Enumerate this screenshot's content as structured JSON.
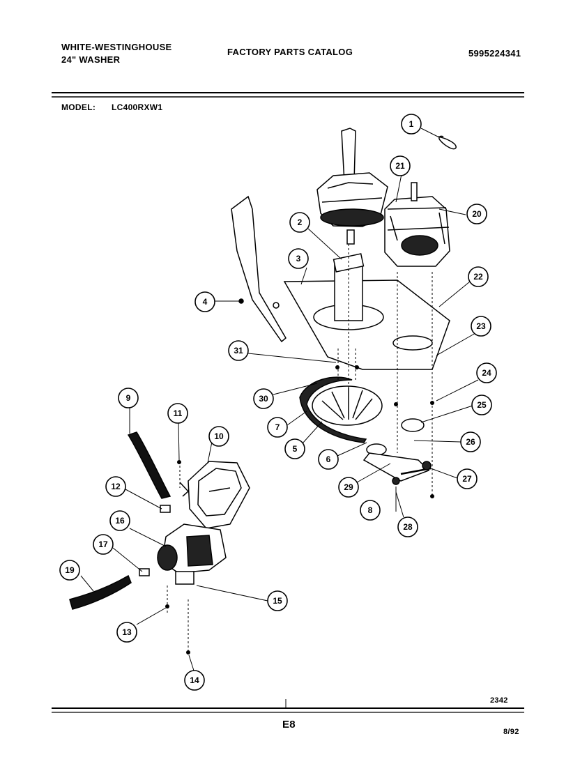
{
  "header": {
    "brand": "WHITE-WESTINGHOUSE",
    "product": "24\" WASHER",
    "catalog_title": "FACTORY PARTS CATALOG",
    "part_number": "5995224341",
    "model_label": "MODEL:",
    "model_value": "LC400RXW1"
  },
  "footer": {
    "code": "2342",
    "page": "E8",
    "date": "8/92"
  },
  "callouts": [
    "1",
    "2",
    "3",
    "4",
    "5",
    "6",
    "7",
    "8",
    "9",
    "10",
    "11",
    "12",
    "13",
    "14",
    "15",
    "16",
    "17",
    "19",
    "20",
    "21",
    "22",
    "23",
    "24",
    "25",
    "26",
    "27",
    "28",
    "29",
    "30",
    "31"
  ]
}
